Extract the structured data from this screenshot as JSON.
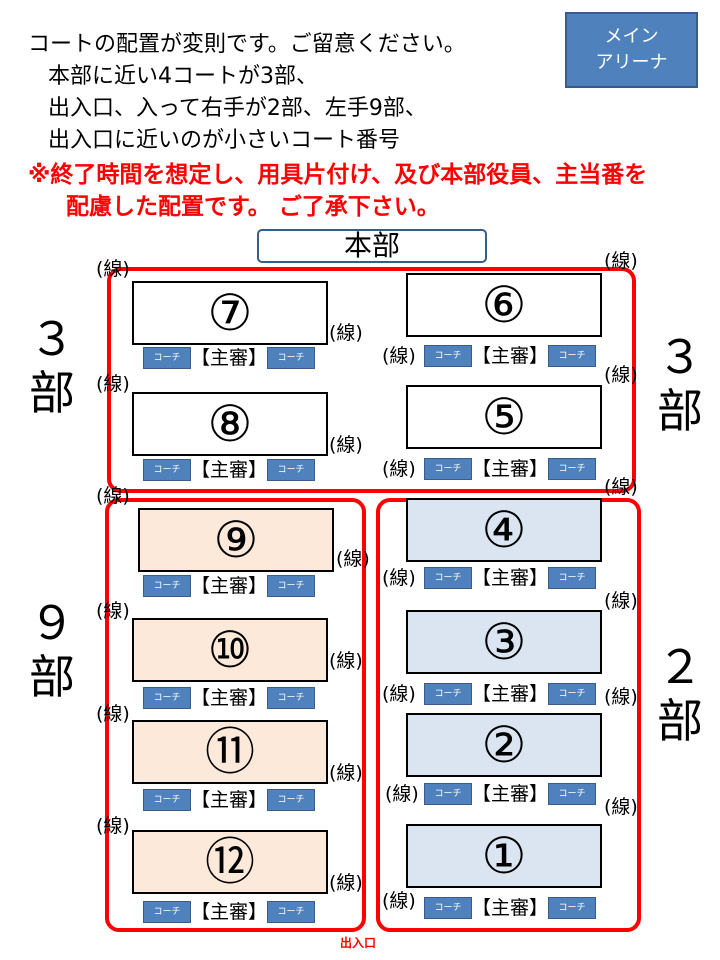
{
  "notes": {
    "line1": "コートの配置が変則です。ご留意ください。",
    "line2": "本部に近い4コートが3部、",
    "line3": "出入口、入って右手が2部、左手9部、",
    "line4": "出入口に近いのが小さいコート番号",
    "warning1": "※終了時間を想定し、用具片付け、及び本部役員、主当番を",
    "warning2": "配慮した配置です。 ご了承下さい。"
  },
  "arena": {
    "line1": "メイン",
    "line2": "アリーナ"
  },
  "honbu": "本部",
  "exit": "出入口",
  "divisions": [
    {
      "id": "3-left",
      "num": "３",
      "label": "部"
    },
    {
      "id": "3-right",
      "num": "３",
      "label": "部"
    },
    {
      "id": "9",
      "num": "９",
      "label": "部"
    },
    {
      "id": "2",
      "num": "２",
      "label": "部"
    }
  ],
  "labels": {
    "coach": "コーチ",
    "referee": "【主審】",
    "line": "(線)"
  },
  "colors": {
    "group_border": "#ff0000",
    "coach_fill": "#4f81bd",
    "court_peach": "#fde9d9",
    "court_blue": "#dbe5f1",
    "court_white": "#ffffff"
  },
  "courts": [
    {
      "number": "⑦",
      "fill": "white"
    },
    {
      "number": "⑥",
      "fill": "white"
    },
    {
      "number": "⑧",
      "fill": "white"
    },
    {
      "number": "⑤",
      "fill": "white"
    },
    {
      "number": "⑨",
      "fill": "peach"
    },
    {
      "number": "④",
      "fill": "blue"
    },
    {
      "number": "⑩",
      "fill": "peach"
    },
    {
      "number": "③",
      "fill": "blue"
    },
    {
      "number": "⑪",
      "fill": "peach"
    },
    {
      "number": "②",
      "fill": "blue"
    },
    {
      "number": "⑫",
      "fill": "peach"
    },
    {
      "number": "①",
      "fill": "blue"
    }
  ]
}
